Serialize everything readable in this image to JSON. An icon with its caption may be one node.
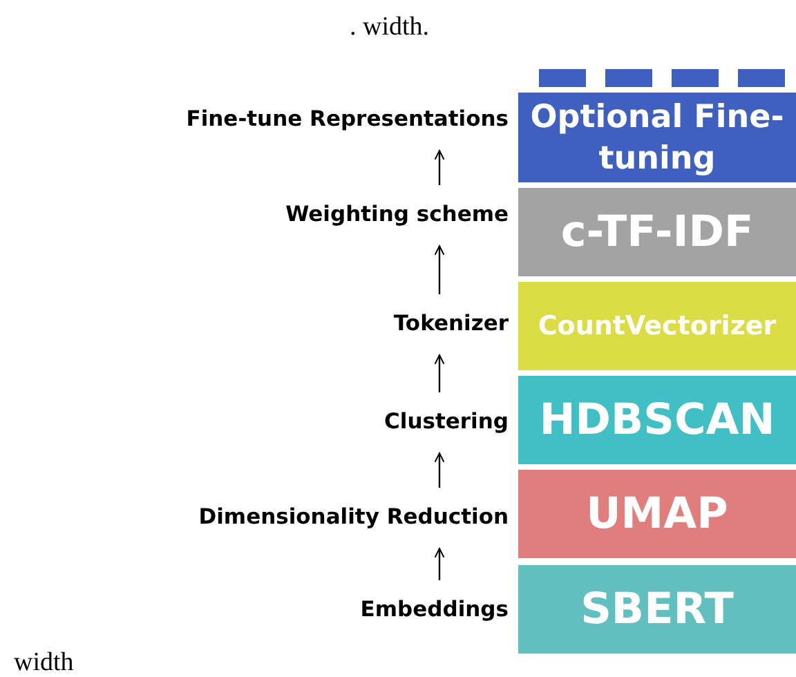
{
  "diagram": {
    "nodes": [
      {
        "text": [
          "Fine-tune Representations"
        ]
      },
      {
        "text": [
          "Optional Fine-tuning"
        ]
      },
      {
        "text": [
          "Weighting scheme"
        ]
      },
      {
        "text": [
          "c-TF-IDF"
        ]
      },
      {
        "text": [
          "Tokenizer"
        ]
      },
      {
        "text": [
          "CountVectorizer"
        ]
      },
      {
        "text": [
          "Clustering"
        ]
      },
      {
        "text": [
          "HDBSCAN"
        ]
      },
      {
        "text": [
          "Dimensionality Reduction"
        ]
      },
      {
        "text": [
          "UMAP"
        ]
      },
      {
        "text": [
          "Embeddings"
        ]
      },
      {
        "text": [
          "SBERT"
        ]
      }
    ],
    "edges": [
      {
        "from": 10,
        "to": 8,
        "arrow": "to"
      },
      {
        "from": 8,
        "to": 6,
        "arrow": "to"
      },
      {
        "from": 6,
        "to": 4,
        "arrow": "to"
      },
      {
        "from": 4,
        "to": 2,
        "arrow": "to"
      },
      {
        "from": 2,
        "to": 0,
        "arrow": "to"
      }
    ],
    "labels": [
      ". width.",
      "width"
    ]
  }
}
